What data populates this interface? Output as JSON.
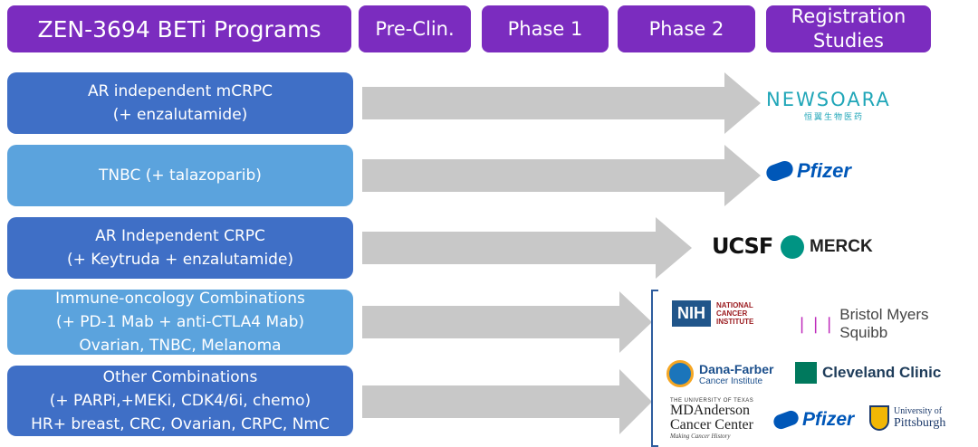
{
  "header": {
    "title": "ZEN-3694 BETi Programs",
    "phases": [
      "Pre-Clin.",
      "Phase 1",
      "Phase 2",
      "Registration\nStudies"
    ]
  },
  "programs": [
    {
      "label": "AR independent mCRPC\n(+ enzalutamide)"
    },
    {
      "label": "TNBC (+ talazoparib)"
    },
    {
      "label": "AR Independent CRPC\n(+ Keytruda + enzalutamide)"
    },
    {
      "label": "Immune-oncology Combinations\n(+ PD-1 Mab + anti-CTLA4 Mab)\nOvarian, TNBC, Melanoma"
    },
    {
      "label": "Other Combinations\n(+ PARPi,+MEKi, CDK4/6i, chemo)\nHR+ breast, CRC, Ovarian, CRPC, NmC"
    }
  ],
  "partners": {
    "newsoara": "NEWSOARA",
    "newsoara_sub": "恒翼生物医药",
    "pfizer": "Pfizer",
    "ucsf": "UCSF",
    "merck": "MERCK",
    "nih": "NIH",
    "nci": "NATIONAL\nCANCER\nINSTITUTE",
    "bms": "Bristol Myers Squibb",
    "dana_farber": "Dana-Farber",
    "dana_farber_sub": "Cancer Institute",
    "cleveland": "Cleveland Clinic",
    "mda_top": "THE UNIVERSITY OF TEXAS",
    "mda_1": "MDAnderson",
    "mda_2": "Cancer Center",
    "mda_tag": "Making Cancer History",
    "pitt_1": "University of",
    "pitt_2": "Pittsburgh"
  },
  "colors": {
    "header": "#7b2cbf",
    "program_dark": "#3f6fc6",
    "program_light": "#5ba3dd",
    "arrow": "#c8c8c8",
    "pfizer": "#0057b8"
  }
}
